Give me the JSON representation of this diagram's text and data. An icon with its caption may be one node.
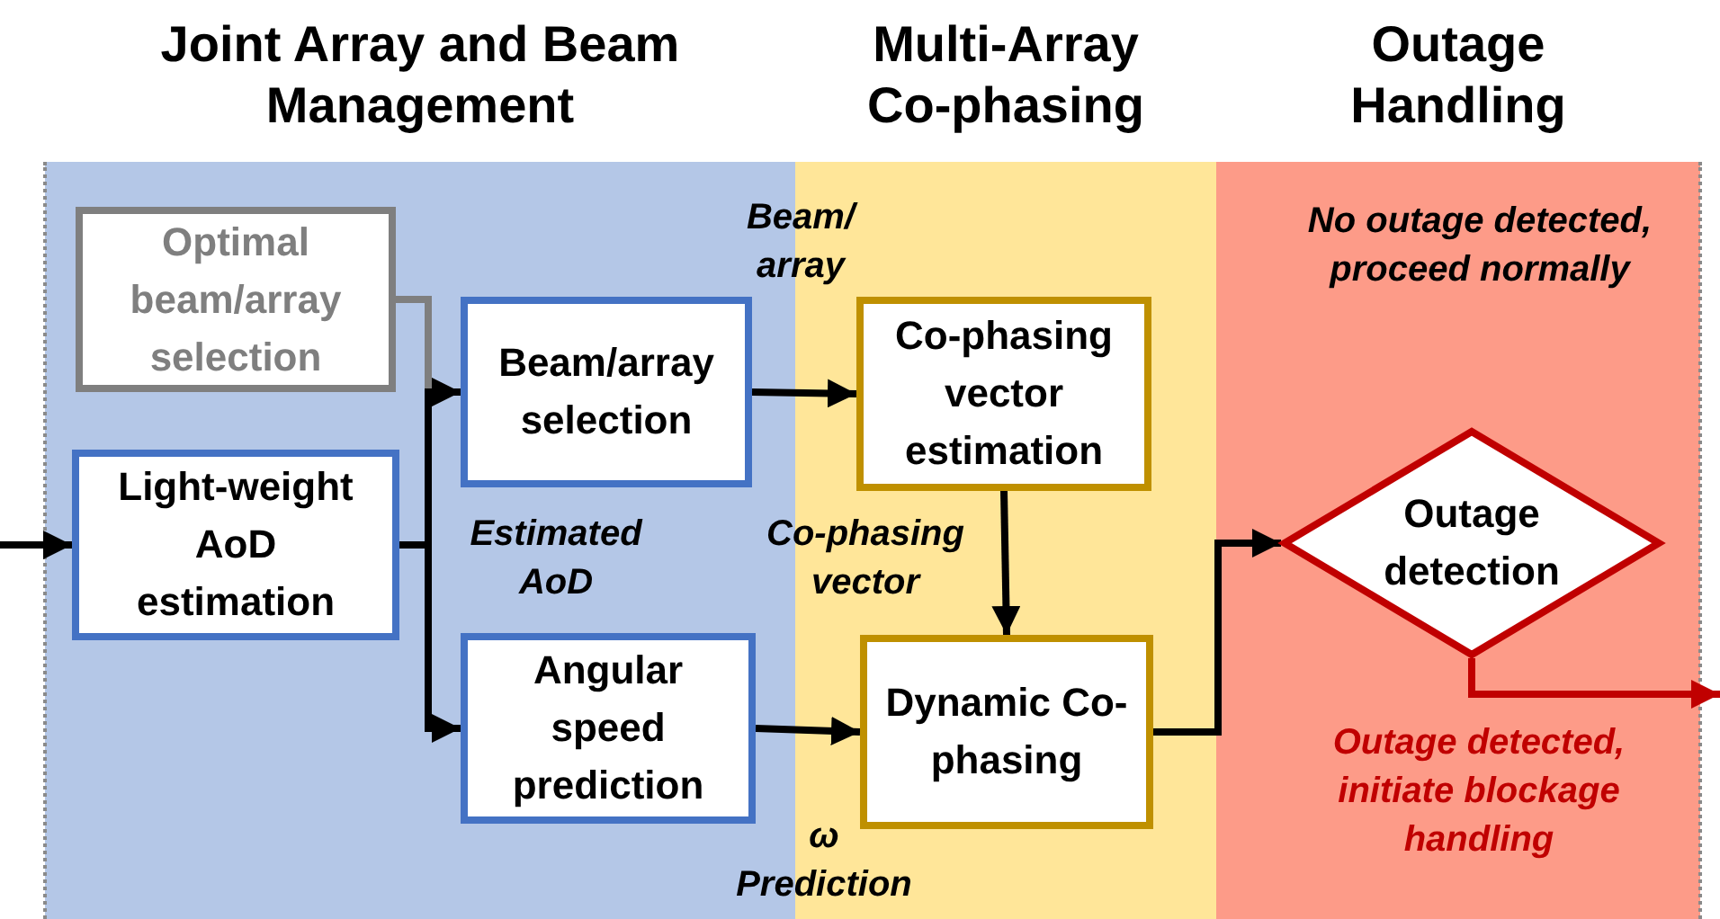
{
  "diagram": {
    "nodes": [
      {
        "text": [
          "Joint Array and Beam Management"
        ]
      },
      {
        "text": [
          "Multi-Array Co-phasing"
        ]
      },
      {
        "text": [
          "Outage Handling"
        ]
      },
      {
        "text": [
          "Optimal beam/array selection"
        ],
        "in": 0
      },
      {
        "text": [
          "Light-weight AoD estimation"
        ],
        "in": 0
      },
      {
        "text": [
          "Beam/array selection"
        ],
        "in": 0
      },
      {
        "text": [
          "Angular speed prediction"
        ],
        "in": 0
      },
      {
        "text": [
          "Co-phasing vector estimation"
        ],
        "in": 1
      },
      {
        "text": [
          "Dynamic Co-phasing"
        ],
        "in": 1
      },
      {
        "text": [
          "Outage detection"
        ],
        "in": 2
      }
    ],
    "edges": [
      {
        "from": null,
        "to": 4,
        "arrow": "to"
      },
      {
        "from": 3,
        "to": 5,
        "arrow": "to",
        "color": "#7f7f7f"
      },
      {
        "from": 4,
        "to": 5,
        "arrow": "to"
      },
      {
        "from": 4,
        "to": 6,
        "arrow": "to",
        "label": "Estimated AoD"
      },
      {
        "from": 5,
        "to": 7,
        "arrow": "to",
        "label": "Beam/ array"
      },
      {
        "from": 6,
        "to": 8,
        "arrow": "to",
        "label": "ω Prediction"
      },
      {
        "from": 7,
        "to": 8,
        "arrow": "to",
        "label": "Co-phasing vector"
      },
      {
        "from": 8,
        "to": 9,
        "arrow": "to"
      },
      {
        "from": 9,
        "to": null,
        "arrow": "to",
        "label": "Outage detected, initiate blockage handling",
        "color": "#c00000"
      }
    ],
    "labels": [
      "No outage detected, proceed normally"
    ]
  }
}
